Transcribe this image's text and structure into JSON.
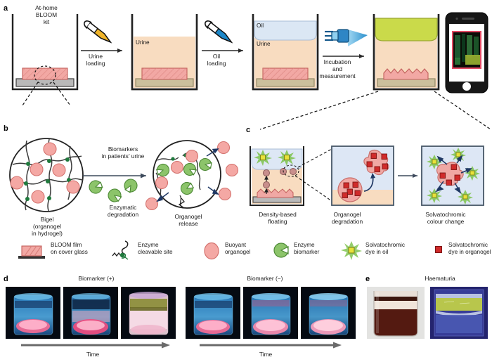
{
  "figure": {
    "panels": [
      "a",
      "b",
      "c",
      "d",
      "e"
    ]
  },
  "panel_a": {
    "label": "a",
    "kit_title_line1": "At-home",
    "kit_title_line2": "BLOOM",
    "kit_title_line3": "kit",
    "step1_line1": "Urine",
    "step1_line2": "loading",
    "step2_line1": "Oil",
    "step2_line2": "loading",
    "step3_line1": "Incubation",
    "step3_line2": "and",
    "step3_line3": "measurement",
    "vessel2_liquid_label": "Urine",
    "vessel3_top_label": "Oil",
    "vessel3_bottom_label": "Urine",
    "icons": {
      "pipette_urine": "pipette-icon",
      "pipette_oil": "pipette-icon",
      "lamp": "uv-lamp-icon",
      "phone": "smartphone-icon"
    },
    "colors": {
      "urine": "#f8dcc0",
      "oil": "#dbe7f4",
      "fluorescent": "#cada4a",
      "film": "#f2a8a4",
      "coverglass": "#b9b9b9",
      "coverglass_tan": "#cbbf9c",
      "pipette_urine_fill": "#f0b429",
      "pipette_oil_fill": "#1b87c9",
      "lamp": "#2f86c5"
    }
  },
  "panel_b": {
    "label": "b",
    "left_caption_line1": "Bigel",
    "left_caption_line2": "(organogel",
    "left_caption_line3": "in hydrogel)",
    "arrow_top_line1": "Biomarkers",
    "arrow_top_line2": "in patients’ urine",
    "arrow_bottom_line1": "Enzymatic",
    "arrow_bottom_line2": "degradation",
    "right_caption_line1": "Organogel",
    "right_caption_line2": "release",
    "colors": {
      "organogel": "#f4a8a4",
      "enzyme": "#8cc46a",
      "crosslink": "#1f7a3d",
      "outline": "#262626"
    }
  },
  "panel_c": {
    "label": "c",
    "caption1_line1": "Density-based",
    "caption1_line2": "floating",
    "caption2_line1": "Organogel",
    "caption2_line2": "degradation",
    "caption3_line1": "Solvatochromic",
    "caption3_line2": "colour change",
    "colors": {
      "oil_box": "#dde7f5",
      "urine": "#f8dcc0",
      "dye_green": "#7dc24a",
      "dye_yellow": "#e8e23a",
      "dye_red": "#d02b2b",
      "organogel": "#f0a8a4",
      "arrow": "#1f3864"
    }
  },
  "legend": {
    "items": [
      {
        "icon": "bloom-film-icon",
        "line1": "BLOOM film",
        "line2": "on cover glass"
      },
      {
        "icon": "cleavable-site-icon",
        "line1": "Enzyme",
        "line2": "cleavable site"
      },
      {
        "icon": "buoyant-organogel-icon",
        "line1": "Buoyant",
        "line2": "organogel"
      },
      {
        "icon": "enzyme-biomarker-icon",
        "line1": "Enzyme",
        "line2": "biomarker"
      },
      {
        "icon": "dye-in-oil-icon",
        "line1": "Solvatochromic",
        "line2": "dye in oil"
      },
      {
        "icon": "dye-in-organogel-icon",
        "line1": "Solvatochromic",
        "line2": "dye in organogel"
      }
    ]
  },
  "panel_d": {
    "label": "d",
    "group1_title": "Biomarker (+)",
    "group2_title": "Biomarker (−)",
    "time_label_1": "Time",
    "time_label_2": "Time",
    "photo_count_per_group": 3
  },
  "panel_e": {
    "label": "e",
    "title": "Haematuria",
    "photo_count": 2
  }
}
